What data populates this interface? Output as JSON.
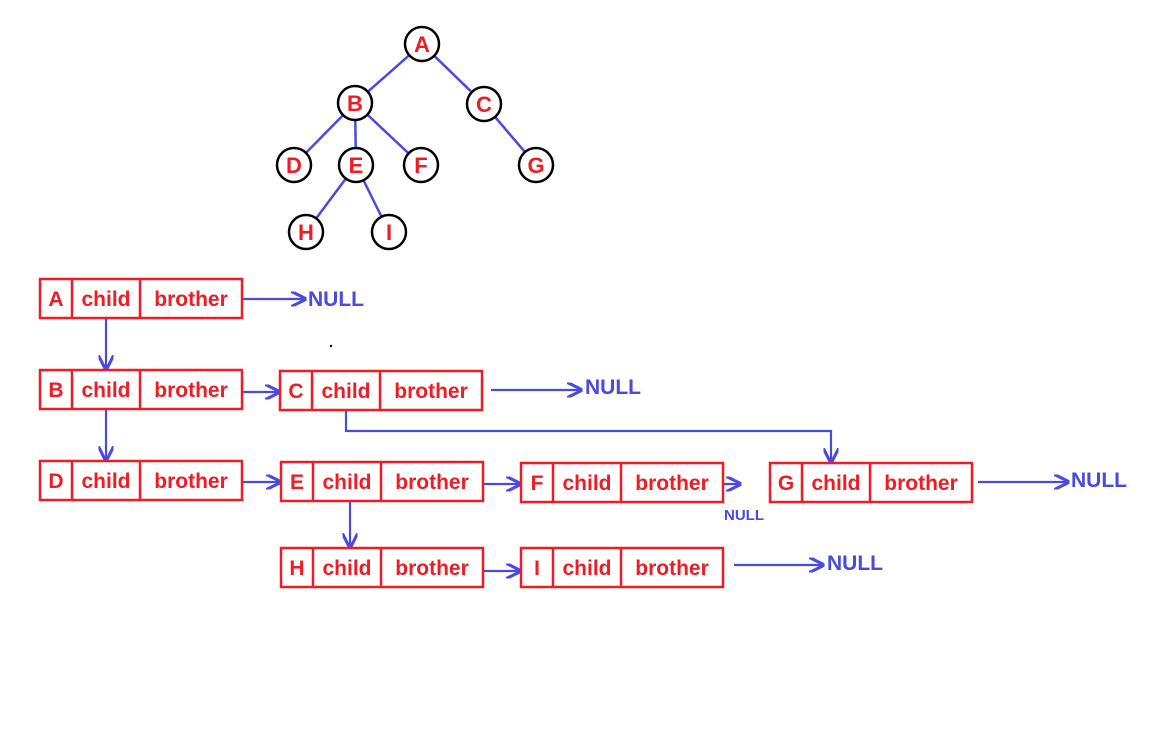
{
  "colors": {
    "red": "#ee1c24",
    "blue": "#4a4ae0",
    "black": "#000000",
    "white": "#ffffff"
  },
  "tree": {
    "nodes": [
      {
        "id": "A",
        "label": "A"
      },
      {
        "id": "B",
        "label": "B"
      },
      {
        "id": "C",
        "label": "C"
      },
      {
        "id": "D",
        "label": "D"
      },
      {
        "id": "E",
        "label": "E"
      },
      {
        "id": "F",
        "label": "F"
      },
      {
        "id": "G",
        "label": "G"
      },
      {
        "id": "H",
        "label": "H"
      },
      {
        "id": "I",
        "label": "I"
      }
    ],
    "edges": [
      [
        "A",
        "B"
      ],
      [
        "A",
        "C"
      ],
      [
        "B",
        "D"
      ],
      [
        "B",
        "E"
      ],
      [
        "B",
        "F"
      ],
      [
        "C",
        "G"
      ],
      [
        "E",
        "H"
      ],
      [
        "E",
        "I"
      ]
    ]
  },
  "records": [
    {
      "id": "A",
      "label": "A",
      "child": "child",
      "brother": "brother"
    },
    {
      "id": "B",
      "label": "B",
      "child": "child",
      "brother": "brother"
    },
    {
      "id": "C",
      "label": "C",
      "child": "child",
      "brother": "brother"
    },
    {
      "id": "D",
      "label": "D",
      "child": "child",
      "brother": "brother"
    },
    {
      "id": "E",
      "label": "E",
      "child": "child",
      "brother": "brother"
    },
    {
      "id": "F",
      "label": "F",
      "child": "child",
      "brother": "brother"
    },
    {
      "id": "G",
      "label": "G",
      "child": "child",
      "brother": "brother"
    },
    {
      "id": "H",
      "label": "H",
      "child": "child",
      "brother": "brother"
    },
    {
      "id": "I",
      "label": "I",
      "child": "child",
      "brother": "brother"
    }
  ],
  "null_label": "NULL",
  "links": [
    {
      "from": "A",
      "to": "NULL-A",
      "kind": "brother"
    },
    {
      "from": "A",
      "to": "B",
      "kind": "child"
    },
    {
      "from": "B",
      "to": "C",
      "kind": "brother"
    },
    {
      "from": "C",
      "to": "NULL-C",
      "kind": "brother"
    },
    {
      "from": "B",
      "to": "D",
      "kind": "child"
    },
    {
      "from": "C",
      "to": "G",
      "kind": "child"
    },
    {
      "from": "D",
      "to": "E",
      "kind": "brother"
    },
    {
      "from": "E",
      "to": "F",
      "kind": "brother"
    },
    {
      "from": "F",
      "to": "NULL-F",
      "kind": "brother"
    },
    {
      "from": "G",
      "to": "NULL-G",
      "kind": "brother"
    },
    {
      "from": "E",
      "to": "H",
      "kind": "child"
    },
    {
      "from": "H",
      "to": "I",
      "kind": "brother"
    },
    {
      "from": "I",
      "to": "NULL-I",
      "kind": "brother"
    }
  ]
}
